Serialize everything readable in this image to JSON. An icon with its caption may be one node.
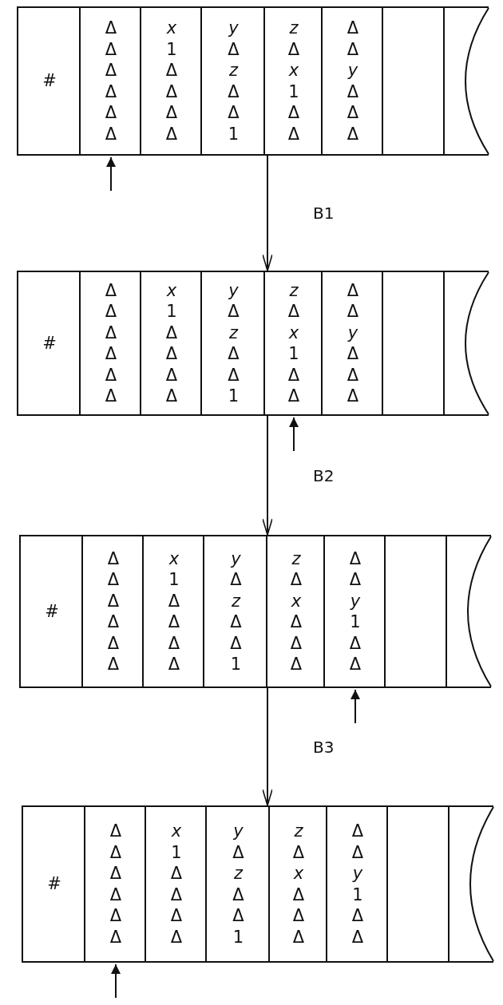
{
  "diagram": {
    "nodes": [
      {
        "text": [],
        "shape": "box"
      },
      {
        "text": [
          "#"
        ],
        "in": 0
      },
      {
        "text": [
          "Δ Δ Δ Δ Δ Δ"
        ],
        "in": 0
      },
      {
        "text": [
          "*x* 1 Δ Δ Δ Δ"
        ],
        "in": 0
      },
      {
        "text": [
          "*y* Δ *z* Δ Δ 1"
        ],
        "in": 0
      },
      {
        "text": [
          "*z* Δ *x* 1 Δ Δ"
        ],
        "in": 0
      },
      {
        "text": [
          "Δ Δ *y* Δ Δ Δ"
        ],
        "in": 0
      },
      {
        "text": [],
        "shape": "box",
        "in": 0
      },
      {
        "text": [],
        "shape": "box",
        "in": 0
      },
      {
        "text": [],
        "shape": "box"
      },
      {
        "text": [
          "#"
        ],
        "in": 9
      },
      {
        "text": [
          "Δ Δ Δ Δ Δ Δ"
        ],
        "in": 9
      },
      {
        "text": [
          "*x* 1 Δ Δ Δ Δ"
        ],
        "in": 9
      },
      {
        "text": [
          "*y* Δ *z* Δ Δ 1"
        ],
        "in": 9
      },
      {
        "text": [
          "*z* Δ *x* 1 Δ Δ"
        ],
        "in": 9
      },
      {
        "text": [
          "Δ Δ *y* Δ Δ Δ"
        ],
        "in": 9
      },
      {
        "text": [],
        "shape": "box",
        "in": 9
      },
      {
        "text": [],
        "shape": "box",
        "in": 9
      },
      {
        "text": [],
        "shape": "box"
      },
      {
        "text": [
          "#"
        ],
        "in": 18
      },
      {
        "text": [
          "Δ Δ Δ Δ Δ Δ"
        ],
        "in": 18
      },
      {
        "text": [
          "*x* 1 Δ Δ Δ Δ"
        ],
        "in": 18
      },
      {
        "text": [
          "*y* Δ *z* Δ Δ 1"
        ],
        "in": 18
      },
      {
        "text": [
          "*z* Δ *x* Δ Δ Δ"
        ],
        "in": 18
      },
      {
        "text": [
          "Δ Δ *y* 1 Δ Δ"
        ],
        "in": 18
      },
      {
        "text": [],
        "shape": "box",
        "in": 18
      },
      {
        "text": [],
        "shape": "box",
        "in": 18
      },
      {
        "text": [],
        "shape": "box"
      },
      {
        "text": [
          "#"
        ],
        "in": 27
      },
      {
        "text": [
          "Δ Δ Δ Δ Δ Δ"
        ],
        "in": 27
      },
      {
        "text": [
          "*x* 1 Δ Δ Δ Δ"
        ],
        "in": 27
      },
      {
        "text": [
          "*y* Δ *z* Δ Δ 1"
        ],
        "in": 27
      },
      {
        "text": [
          "*z* Δ *x* Δ Δ Δ"
        ],
        "in": 27
      },
      {
        "text": [
          "Δ Δ *y* 1 Δ Δ"
        ],
        "in": 27
      },
      {
        "text": [],
        "shape": "box",
        "in": 27
      },
      {
        "text": [],
        "shape": "box",
        "in": 27
      }
    ],
    "edges": [
      {
        "from": null,
        "to": 2,
        "arrow": "to"
      },
      {
        "from": 0,
        "to": 9,
        "arrow": "to",
        "label": "B1"
      },
      {
        "from": null,
        "to": 14,
        "arrow": "to"
      },
      {
        "from": 9,
        "to": 18,
        "arrow": "to",
        "label": "B2"
      },
      {
        "from": null,
        "to": 24,
        "arrow": "to"
      },
      {
        "from": 18,
        "to": 27,
        "arrow": "to",
        "label": "B3"
      },
      {
        "from": null,
        "to": 29,
        "arrow": "to"
      }
    ]
  }
}
